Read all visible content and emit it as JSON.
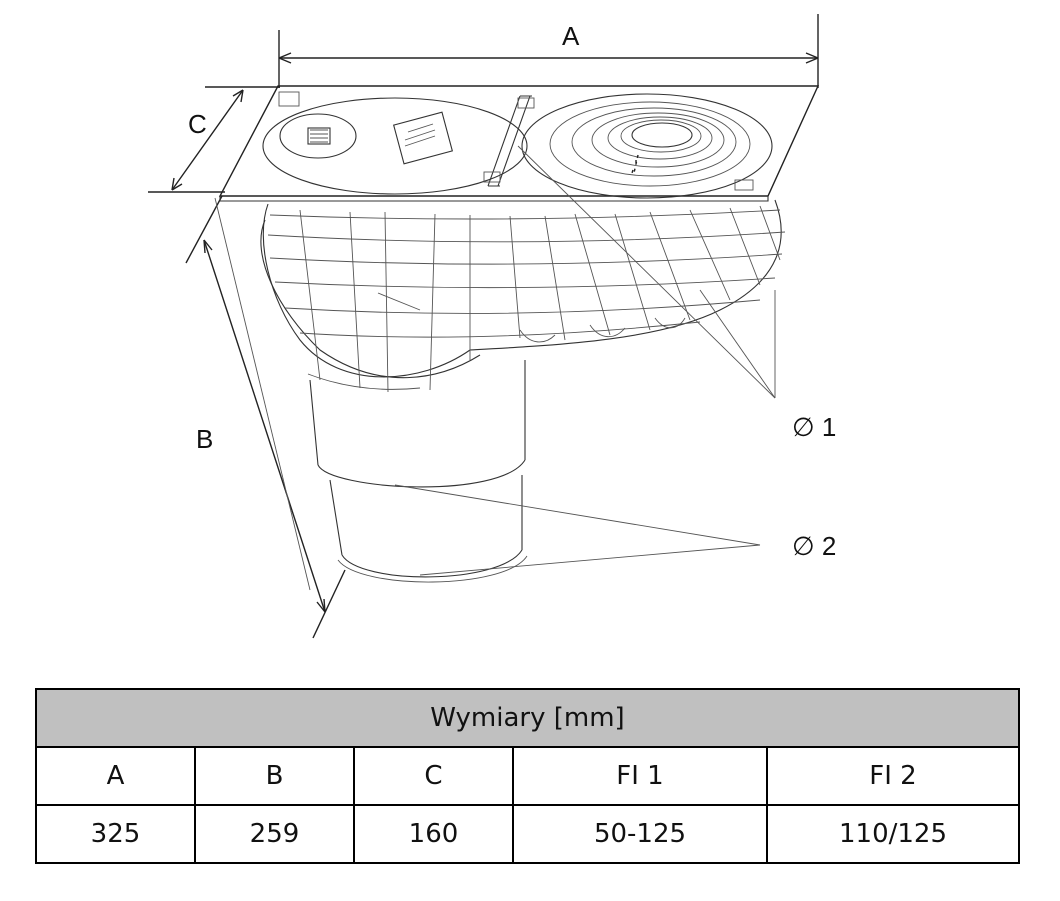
{
  "drawing": {
    "label_a": "A",
    "label_b": "B",
    "label_c": "C",
    "label_fi1": "∅ 1",
    "label_fi2": "∅ 2"
  },
  "table": {
    "title": "Wymiary [mm]",
    "headers": [
      "A",
      "B",
      "C",
      "FI 1",
      "FI 2"
    ],
    "values": [
      "325",
      "259",
      "160",
      "50-125",
      "110/125"
    ]
  }
}
